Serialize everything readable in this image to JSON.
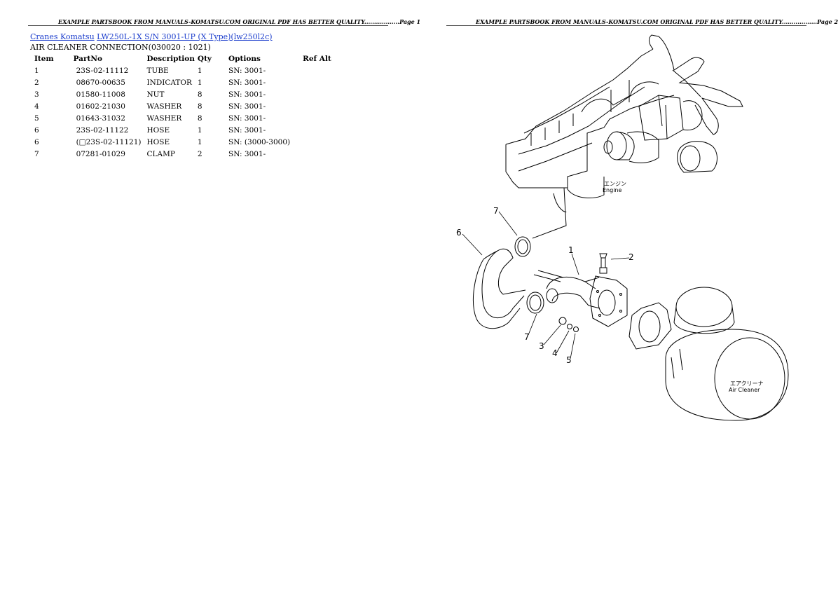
{
  "header": {
    "left": "EXAMPLE PARTSBOOK FROM MANUALS-KOMATSU.COM ORIGINAL PDF HAS BETTER QUALITY..................Page 1",
    "right": "EXAMPLE PARTSBOOK FROM MANUALS-KOMATSU.COM ORIGINAL PDF HAS BETTER QUALITY..................Page 2"
  },
  "breadcrumb": {
    "link1": "Cranes Komatsu",
    "link2": "LW250L-1X S/N 3001-UP (X Type)(lw250l2c)"
  },
  "section_title": "AIR CLEANER CONNECTION(030020 : 1021)",
  "table": {
    "headers": [
      "Item",
      "PartNo",
      "Description",
      "Qty",
      "Options",
      "Ref Alt"
    ],
    "rows": [
      [
        "1",
        "23S-02-11112",
        "TUBE",
        "1",
        "SN: 3001-",
        ""
      ],
      [
        "2",
        "08670-00635",
        "INDICATOR",
        "1",
        "SN: 3001-",
        ""
      ],
      [
        "3",
        "01580-11008",
        "NUT",
        "8",
        "SN: 3001-",
        ""
      ],
      [
        "4",
        "01602-21030",
        "WASHER",
        "8",
        "SN: 3001-",
        ""
      ],
      [
        "5",
        "01643-31032",
        "WASHER",
        "8",
        "SN: 3001-",
        ""
      ],
      [
        "6",
        "23S-02-11122",
        "HOSE",
        "1",
        "SN: 3001-",
        ""
      ],
      [
        "6",
        "(□23S-02-11121)",
        "HOSE",
        "1",
        "SN: (3000-3000)",
        ""
      ],
      [
        "7",
        "07281-01029",
        "CLAMP",
        "2",
        "SN: 3001-",
        ""
      ]
    ]
  },
  "diagram": {
    "callouts": [
      "1",
      "2",
      "3",
      "4",
      "5",
      "6",
      "7",
      "7"
    ],
    "engine_jp": "エンジン",
    "engine_en": "Engine",
    "cleaner_jp": "エアクリーナ",
    "cleaner_en": "Air Cleaner"
  }
}
